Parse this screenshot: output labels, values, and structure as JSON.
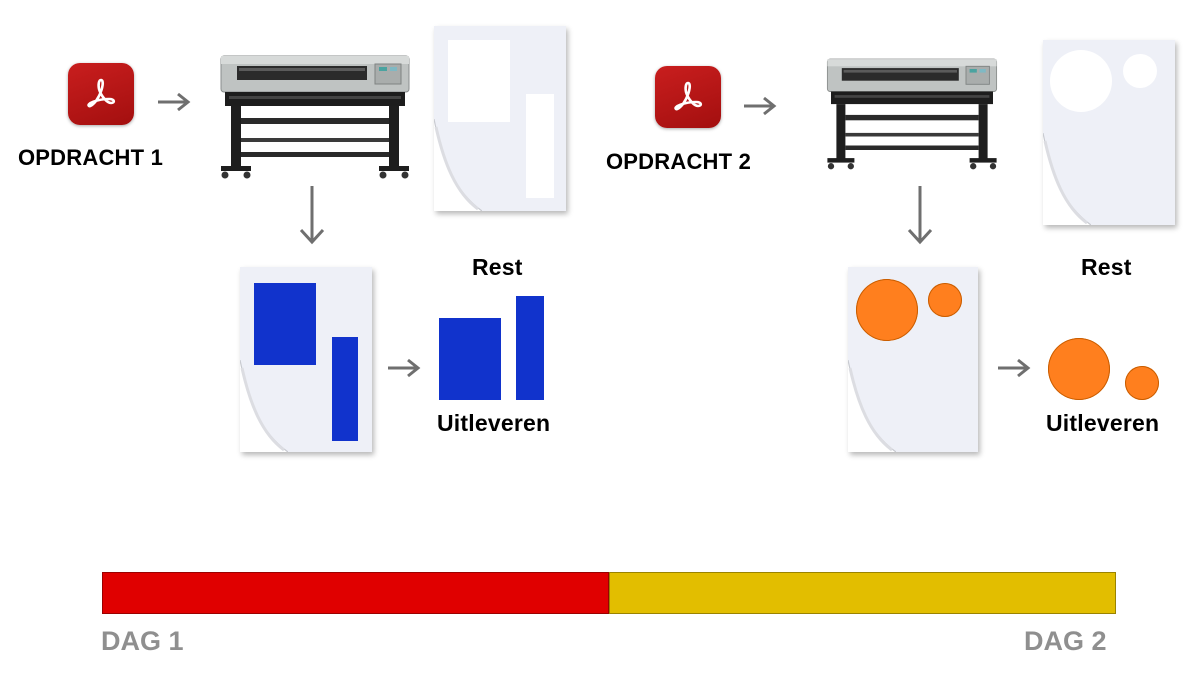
{
  "job1": {
    "label": "OPDRACHT 1",
    "rest_label": "Rest",
    "deliver_label": "Uitleveren",
    "color": "#1133cc"
  },
  "job2": {
    "label": "OPDRACHT 2",
    "rest_label": "Rest",
    "deliver_label": "Uitleveren",
    "color": "#ff7f1e"
  },
  "timeline": {
    "start_label": "DAG 1",
    "end_label": "DAG 2",
    "day1_color": "#e00000",
    "day2_color": "#e2be00",
    "split_fraction": 0.5
  },
  "icons": {
    "source": "pdf-icon",
    "machine": "plotter-printer-icon",
    "flow": "arrow-icon"
  }
}
